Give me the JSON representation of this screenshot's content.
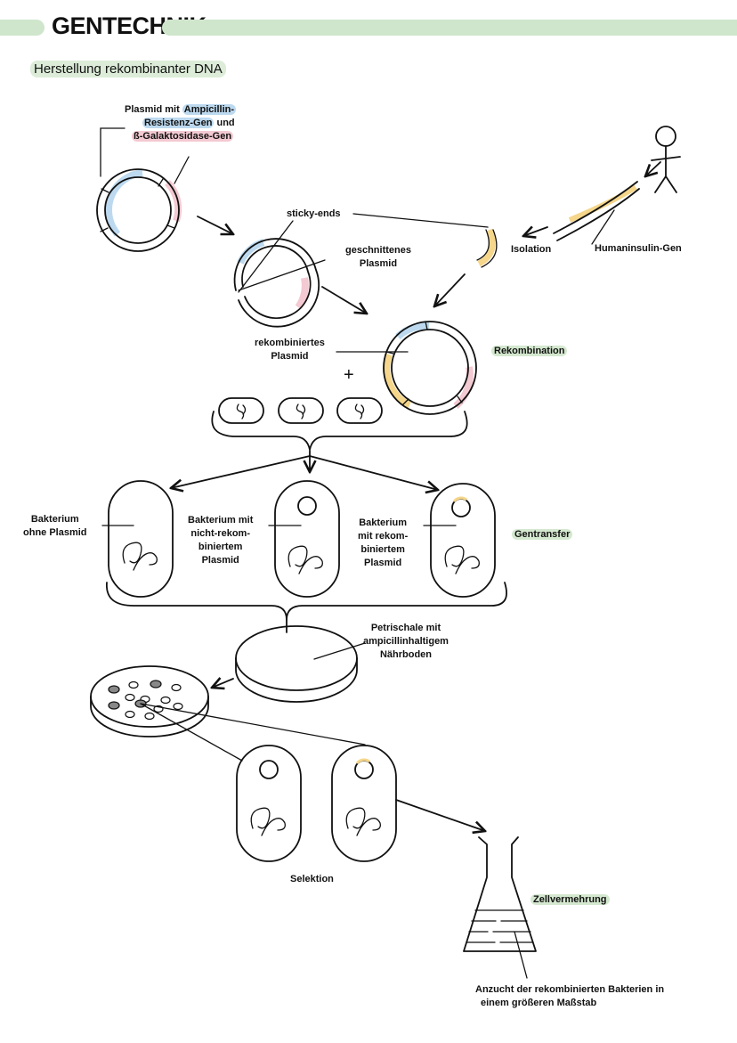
{
  "header": {
    "title": "GENTECHNIK"
  },
  "subtitle": "Herstellung rekombinanter DNA",
  "labels": {
    "plasmid_prefix": "Plasmid mit ",
    "plasmid_amp_1": "Ampicillin-",
    "plasmid_amp_2": "Resistenz-Gen",
    "plasmid_und": " und",
    "plasmid_gal": "ß-Galaktosidase-Gen",
    "sticky_ends": "sticky-ends",
    "cut_plasmid_1": "geschnittenes",
    "cut_plasmid_2": "Plasmid",
    "isolation": "Isolation",
    "human_insulin": "Humaninsulin-Gen",
    "recombined_plasmid_1": "rekombiniertes",
    "recombined_plasmid_2": "Plasmid",
    "recombination": "Rekombination",
    "plus": "+",
    "bact_no_plasmid_1": "Bakterium",
    "bact_no_plasmid_2": "ohne Plasmid",
    "bact_nonrec_1": "Bakterium mit",
    "bact_nonrec_2": "nicht-rekom-",
    "bact_nonrec_3": "biniertem",
    "bact_nonrec_4": "Plasmid",
    "bact_rec_1": "Bakterium",
    "bact_rec_2": "mit rekom-",
    "bact_rec_3": "biniertem",
    "bact_rec_4": "Plasmid",
    "gene_transfer": "Gentransfer",
    "petri_1": "Petrischale mit",
    "petri_2": "ampicillinhaltigem",
    "petri_3": "Nährboden",
    "selection": "Selektion",
    "cell_multiplication": "Zellvermehrung",
    "cultivation_1": "Anzucht der rekombinierten Bakterien in",
    "cultivation_2": "einem größeren Maßstab"
  },
  "colors": {
    "header_green": "#cfe6cc",
    "ampicillin_blue": "#bcd9ef",
    "galactosidase_pink": "#f3c9d2",
    "insulin_yellow": "#f5d68a",
    "highlight_green": "#d4e8cf"
  }
}
